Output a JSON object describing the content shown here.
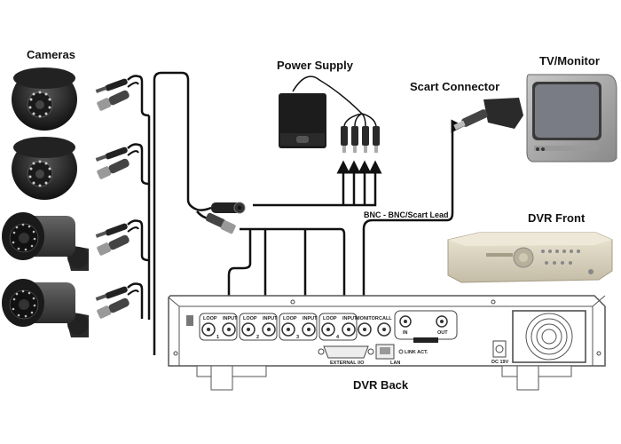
{
  "labels": {
    "cameras": "Cameras",
    "power_supply": "Power Supply",
    "scart_connector": "Scart Connector",
    "tv_monitor": "TV/Monitor",
    "bnc_lead": "BNC - BNC/Scart Lead",
    "dvr_front": "DVR Front",
    "dvr_back": "DVR Back"
  },
  "cameras": [
    {
      "type": "dome",
      "channel": 1
    },
    {
      "type": "dome",
      "channel": 2
    },
    {
      "type": "bullet",
      "channel": 3
    },
    {
      "type": "bullet",
      "channel": 4
    }
  ],
  "dvr_back_panel": {
    "channel_groups": [
      {
        "loop": "LOOP",
        "input": "INPUT",
        "number": "1"
      },
      {
        "loop": "LOOP",
        "input": "INPUT",
        "number": "2"
      },
      {
        "loop": "LOOP",
        "input": "INPUT",
        "number": "3"
      },
      {
        "loop": "LOOP",
        "input": "INPUT",
        "number": "4"
      }
    ],
    "monitor": "MONITOR",
    "call": "CALL",
    "audio_in": "IN",
    "audio_out": "OUT",
    "external_io": "EXTERNAL I/O",
    "lan": "LAN",
    "link_act": "LINK ACT.",
    "dc_power": "DC 19V"
  },
  "colors": {
    "cable": "#111111",
    "device_dark": "#2a2a2a",
    "dvr_front_body": "#d8d2c0",
    "panel_line": "#555555"
  }
}
